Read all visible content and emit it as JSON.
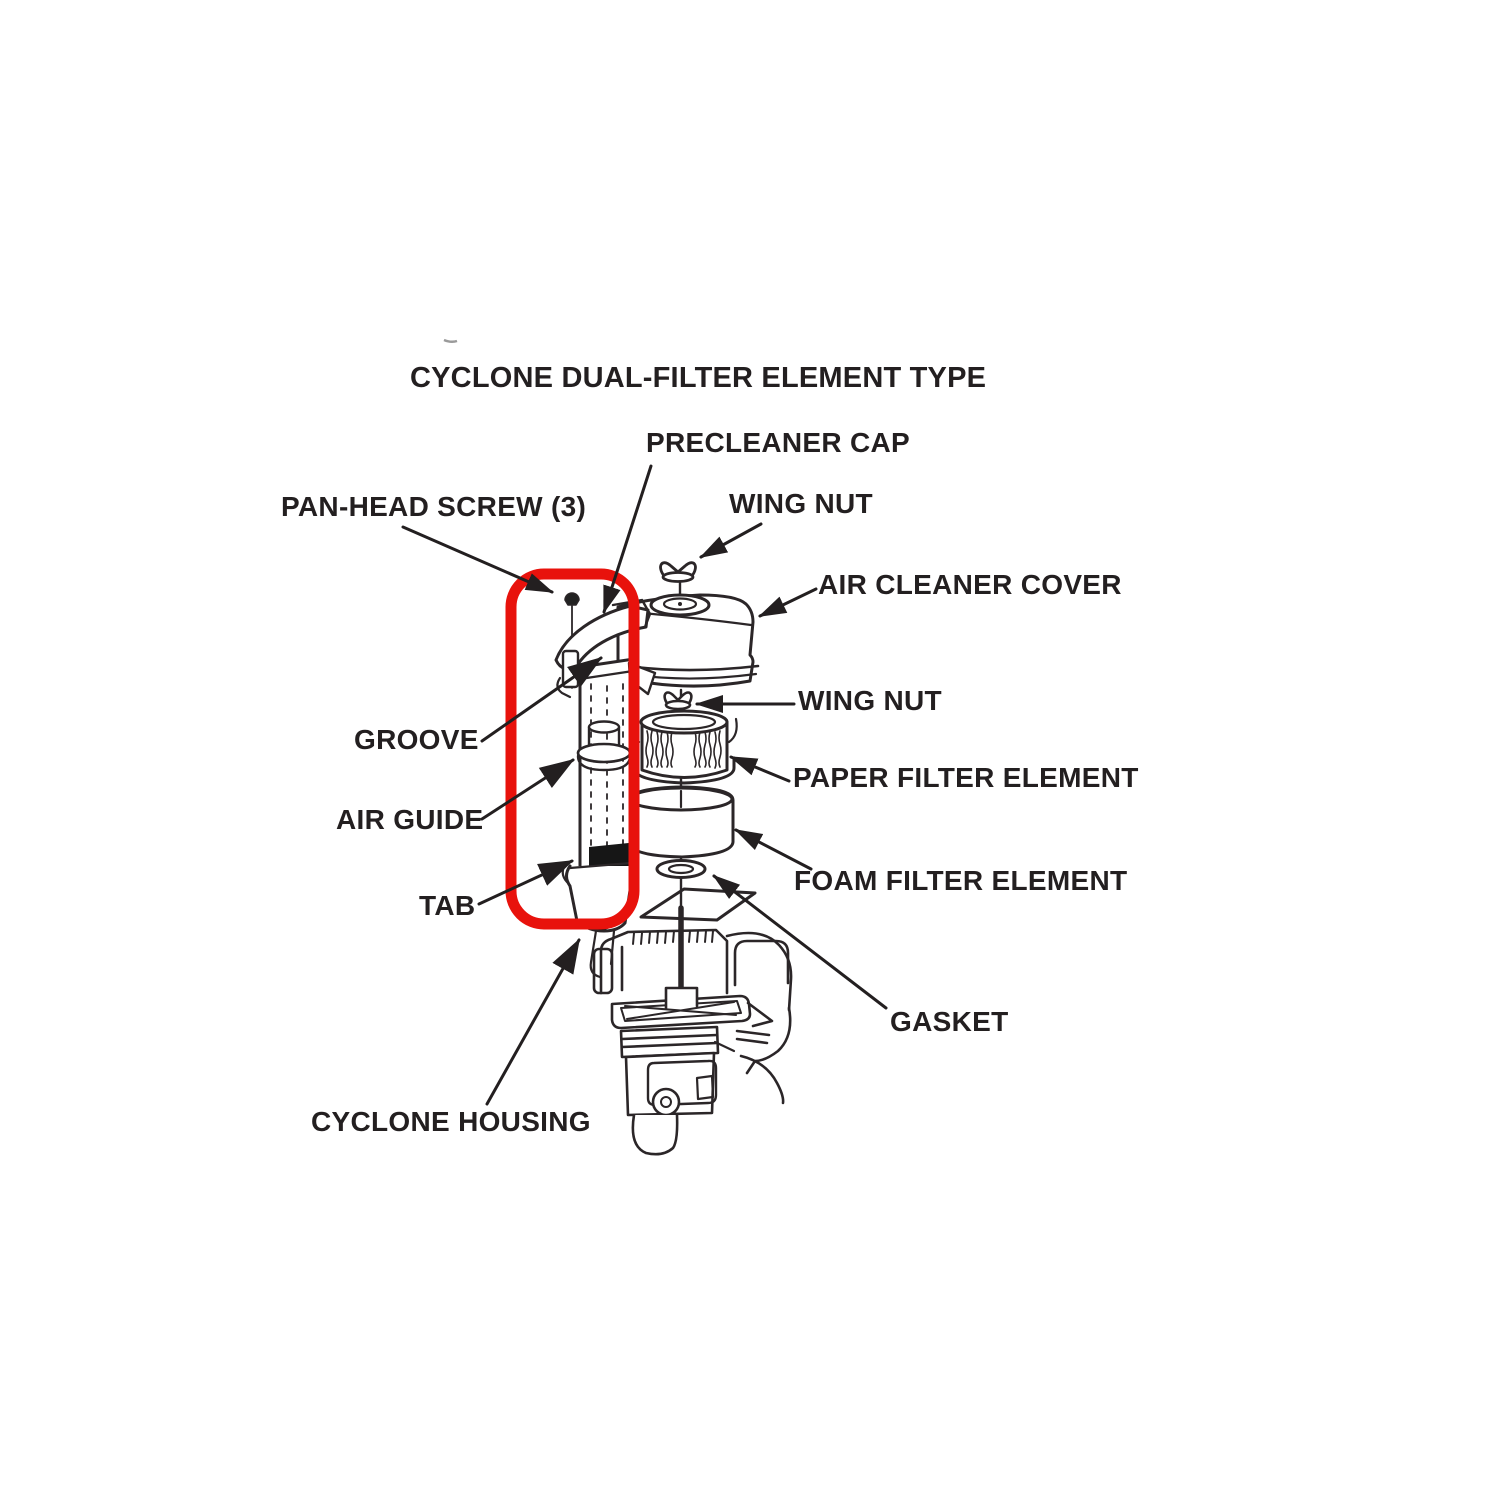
{
  "diagram": {
    "title": "CYCLONE DUAL-FILTER ELEMENT TYPE",
    "labels": {
      "precleaner_cap": "PRECLEANER CAP",
      "pan_head_screw": "PAN-HEAD SCREW (3)",
      "wing_nut_top": "WING NUT",
      "air_cleaner_cover": "AIR CLEANER COVER",
      "wing_nut_lower": "WING NUT",
      "paper_filter_element": "PAPER FILTER ELEMENT",
      "foam_filter_element": "FOAM FILTER ELEMENT",
      "gasket": "GASKET",
      "groove": "GROOVE",
      "air_guide": "AIR GUIDE",
      "tab": "TAB",
      "cyclone_housing": "CYCLONE HOUSING"
    },
    "highlight_color": "#e8120c",
    "line_color": "#2b2628",
    "text_color": "#231f20",
    "background_color": "#ffffff"
  }
}
